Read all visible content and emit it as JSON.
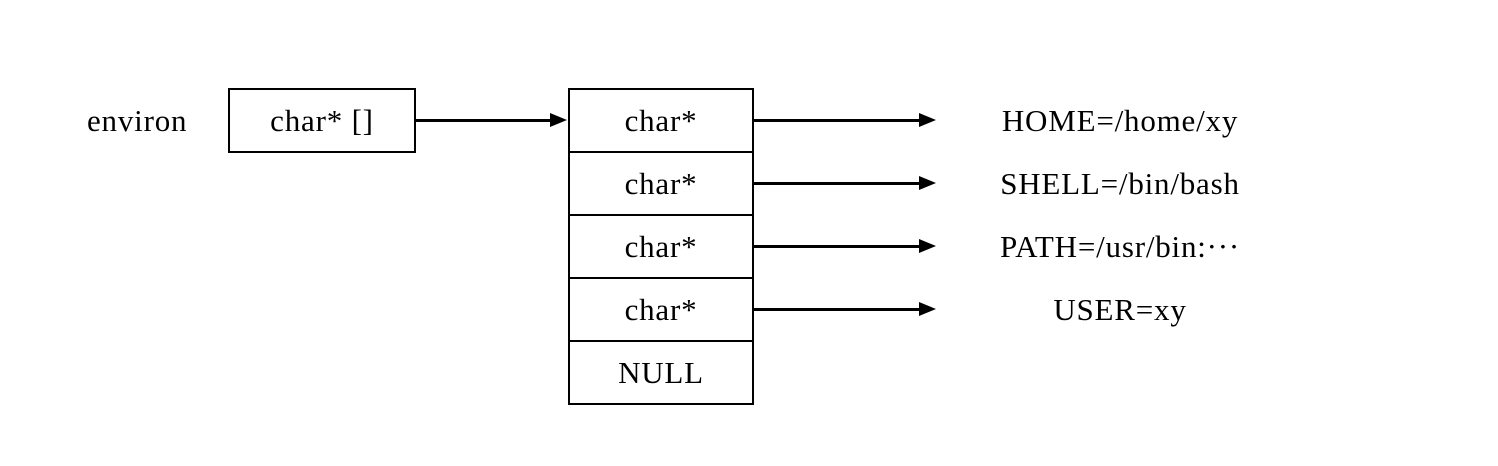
{
  "diagram": {
    "environ_label": "environ",
    "pointer_box_label": "char* []",
    "cells": [
      "char*",
      "char*",
      "char*",
      "char*",
      "NULL"
    ],
    "env_strings": [
      "HOME=/home/xy",
      "SHELL=/bin/bash",
      "PATH=/usr/bin:···",
      "USER=xy"
    ],
    "colors": {
      "line": "#000000",
      "background": "#ffffff"
    }
  }
}
